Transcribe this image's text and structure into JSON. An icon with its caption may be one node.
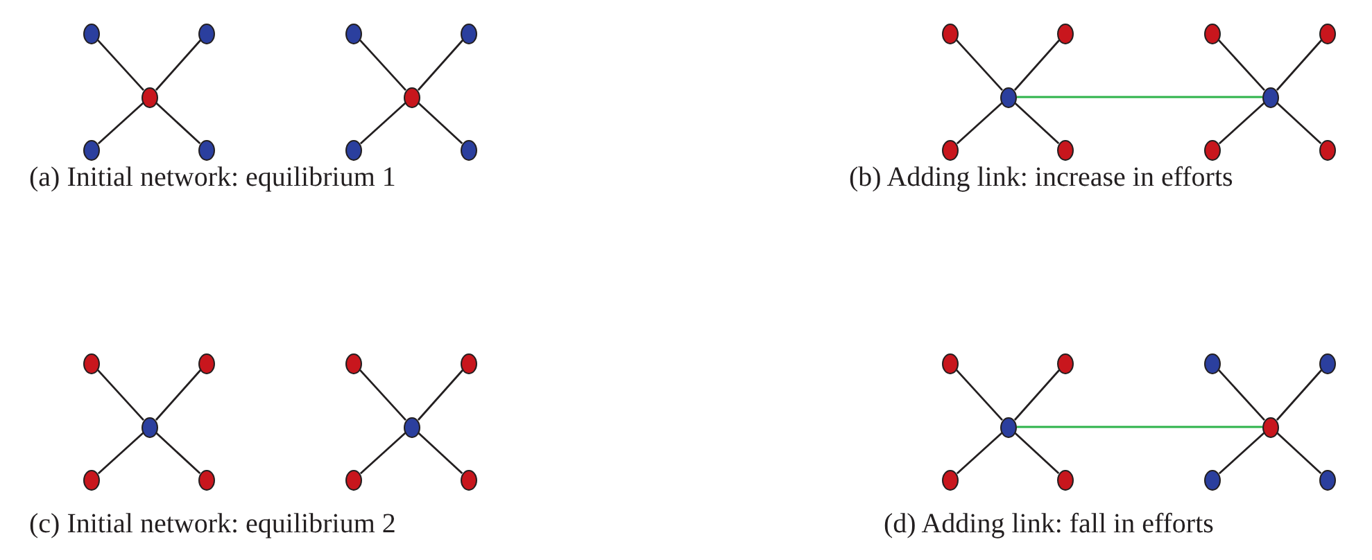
{
  "diagram": {
    "nodes": [
      {
        "text": [],
        "shape": "circle"
      },
      {
        "text": [],
        "shape": "circle"
      },
      {
        "text": [],
        "shape": "circle"
      },
      {
        "text": [],
        "shape": "circle"
      },
      {
        "text": [],
        "shape": "circle"
      },
      {
        "text": [],
        "shape": "circle"
      },
      {
        "text": [],
        "shape": "circle"
      },
      {
        "text": [],
        "shape": "circle"
      },
      {
        "text": [],
        "shape": "circle"
      },
      {
        "text": [],
        "shape": "circle"
      },
      {
        "text": [],
        "shape": "circle"
      },
      {
        "text": [],
        "shape": "circle"
      },
      {
        "text": [],
        "shape": "circle"
      },
      {
        "text": [],
        "shape": "circle"
      },
      {
        "text": [],
        "shape": "circle"
      },
      {
        "text": [],
        "shape": "circle"
      },
      {
        "text": [],
        "shape": "circle"
      },
      {
        "text": [],
        "shape": "circle"
      },
      {
        "text": [],
        "shape": "circle"
      },
      {
        "text": [],
        "shape": "circle"
      },
      {
        "text": [],
        "shape": "circle"
      },
      {
        "text": [],
        "shape": "circle"
      },
      {
        "text": [],
        "shape": "circle"
      },
      {
        "text": [],
        "shape": "circle"
      },
      {
        "text": [],
        "shape": "circle"
      },
      {
        "text": [],
        "shape": "circle"
      },
      {
        "text": [],
        "shape": "circle"
      },
      {
        "text": [],
        "shape": "circle"
      },
      {
        "text": [],
        "shape": "circle"
      },
      {
        "text": [],
        "shape": "circle"
      },
      {
        "text": [],
        "shape": "circle"
      },
      {
        "text": [],
        "shape": "circle"
      },
      {
        "text": [],
        "shape": "circle"
      },
      {
        "text": [],
        "shape": "circle"
      },
      {
        "text": [],
        "shape": "circle"
      },
      {
        "text": [],
        "shape": "circle"
      },
      {
        "text": [],
        "shape": "circle"
      },
      {
        "text": [],
        "shape": "circle"
      },
      {
        "text": [],
        "shape": "circle"
      },
      {
        "text": [],
        "shape": "circle"
      }
    ],
    "edges": [
      {
        "from": 0,
        "to": 1,
        "arrow": "none"
      },
      {
        "from": 0,
        "to": 2,
        "arrow": "none"
      },
      {
        "from": 0,
        "to": 3,
        "arrow": "none"
      },
      {
        "from": 0,
        "to": 4,
        "arrow": "none"
      },
      {
        "from": 5,
        "to": 6,
        "arrow": "none"
      },
      {
        "from": 5,
        "to": 7,
        "arrow": "none"
      },
      {
        "from": 5,
        "to": 8,
        "arrow": "none"
      },
      {
        "from": 5,
        "to": 9,
        "arrow": "none"
      },
      {
        "from": 10,
        "to": 11,
        "arrow": "none"
      },
      {
        "from": 10,
        "to": 12,
        "arrow": "none"
      },
      {
        "from": 10,
        "to": 13,
        "arrow": "none"
      },
      {
        "from": 10,
        "to": 14,
        "arrow": "none"
      },
      {
        "from": 15,
        "to": 16,
        "arrow": "none"
      },
      {
        "from": 15,
        "to": 17,
        "arrow": "none"
      },
      {
        "from": 15,
        "to": 18,
        "arrow": "none"
      },
      {
        "from": 15,
        "to": 19,
        "arrow": "none"
      },
      {
        "from": 10,
        "to": 15,
        "arrow": "none",
        "color": "#2db34a"
      },
      {
        "from": 20,
        "to": 21,
        "arrow": "none"
      },
      {
        "from": 20,
        "to": 22,
        "arrow": "none"
      },
      {
        "from": 20,
        "to": 23,
        "arrow": "none"
      },
      {
        "from": 20,
        "to": 24,
        "arrow": "none"
      },
      {
        "from": 25,
        "to": 26,
        "arrow": "none"
      },
      {
        "from": 25,
        "to": 27,
        "arrow": "none"
      },
      {
        "from": 25,
        "to": 28,
        "arrow": "none"
      },
      {
        "from": 25,
        "to": 29,
        "arrow": "none"
      },
      {
        "from": 30,
        "to": 31,
        "arrow": "none"
      },
      {
        "from": 30,
        "to": 32,
        "arrow": "none"
      },
      {
        "from": 30,
        "to": 33,
        "arrow": "none"
      },
      {
        "from": 30,
        "to": 34,
        "arrow": "none"
      },
      {
        "from": 35,
        "to": 36,
        "arrow": "none"
      },
      {
        "from": 35,
        "to": 37,
        "arrow": "none"
      },
      {
        "from": 35,
        "to": 38,
        "arrow": "none"
      },
      {
        "from": 35,
        "to": 39,
        "arrow": "none"
      },
      {
        "from": 30,
        "to": 35,
        "arrow": "none",
        "color": "#2db34a"
      }
    ],
    "labels": [
      "(a) Initial network: equilibrium 1",
      "(b) Adding link: increase in efforts",
      "(c) Initial network: equilibrium 2",
      "(d) Adding link: fall in efforts"
    ]
  }
}
